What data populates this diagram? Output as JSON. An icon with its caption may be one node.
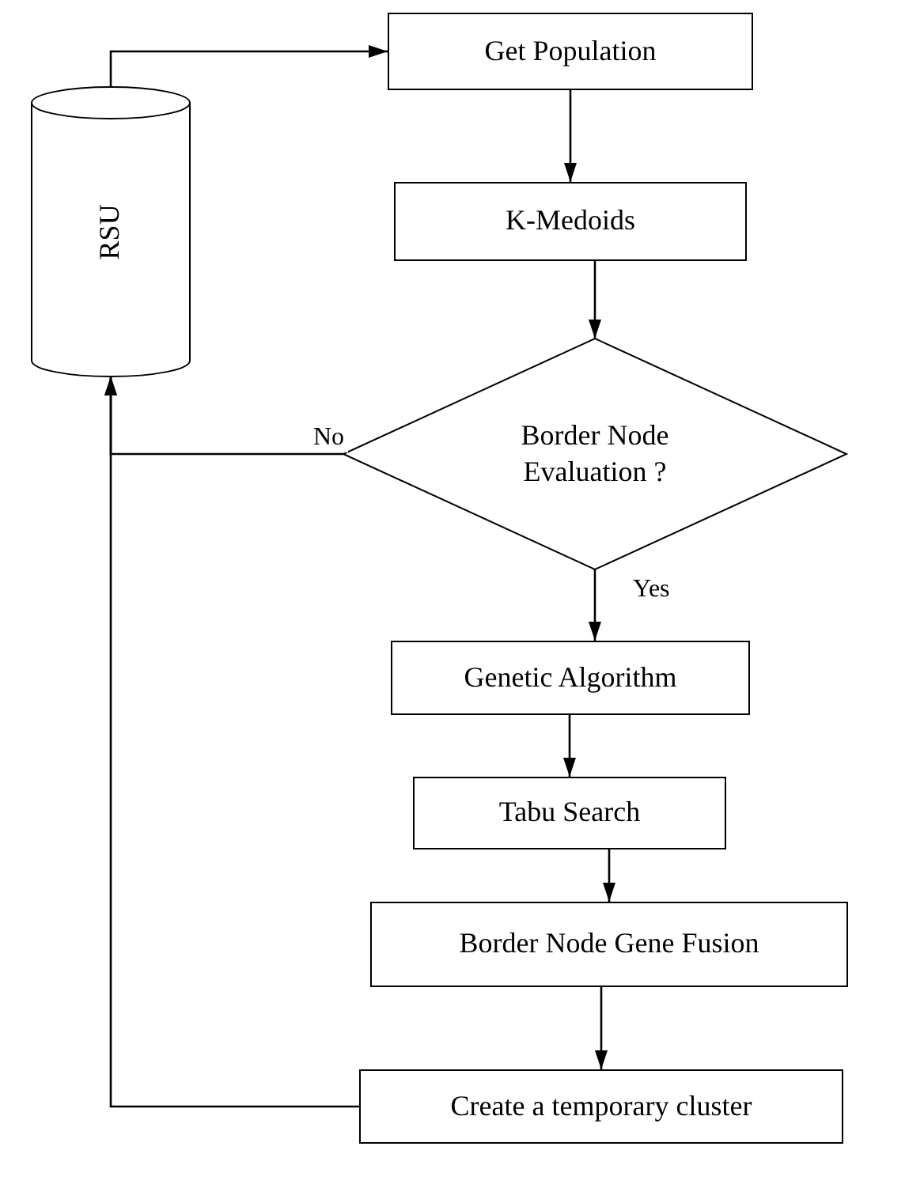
{
  "diagram": {
    "nodes": [
      {
        "text": [
          "Get Population"
        ]
      },
      {
        "text": [
          "K-Medoids"
        ]
      },
      {
        "text": [
          "Border Node Evaluation ?"
        ]
      },
      {
        "text": [
          "Genetic Algorithm"
        ]
      },
      {
        "text": [
          "Tabu Search"
        ]
      },
      {
        "text": [
          "Border Node Gene Fusion"
        ]
      },
      {
        "text": [
          "Create a temporary cluster"
        ]
      },
      {
        "text": [
          "RSU"
        ]
      }
    ],
    "edges": [
      {
        "from": 7,
        "to": 0,
        "arrow": "to"
      },
      {
        "from": 0,
        "to": 1,
        "arrow": "to"
      },
      {
        "from": 1,
        "to": 2,
        "arrow": "to"
      },
      {
        "from": 2,
        "to": 7,
        "arrow": "to",
        "label": "No"
      },
      {
        "from": 2,
        "to": 3,
        "arrow": "to",
        "label": "Yes"
      },
      {
        "from": 3,
        "to": 4,
        "arrow": "to"
      },
      {
        "from": 4,
        "to": 5,
        "arrow": "to"
      },
      {
        "from": 5,
        "to": 6,
        "arrow": "to"
      },
      {
        "from": 6,
        "to": 7,
        "arrow": "to"
      }
    ]
  }
}
